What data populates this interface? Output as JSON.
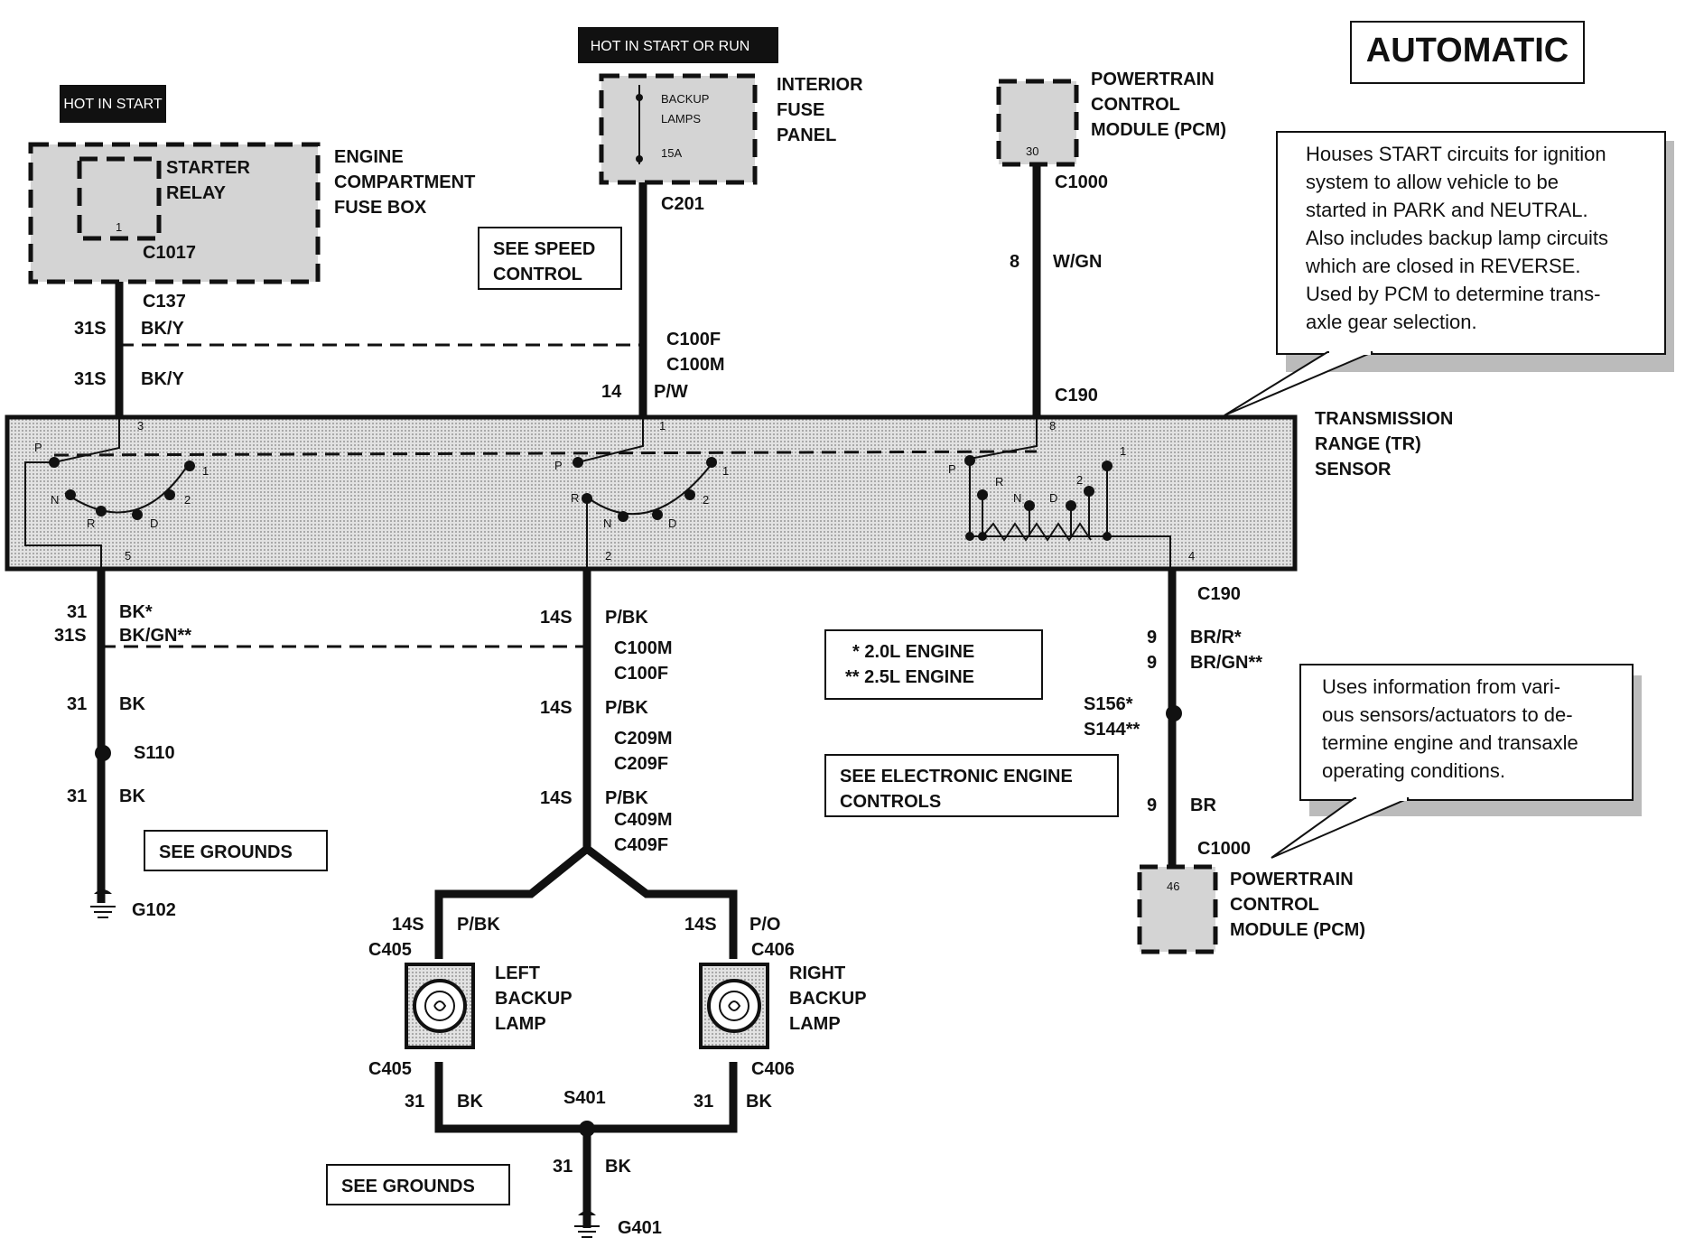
{
  "title": "AUTOMATIC",
  "headers": {
    "hot_in_start": "HOT IN START",
    "hot_in_start_or_run": "HOT IN START OR RUN"
  },
  "components": {
    "engine_fuse_box": [
      "ENGINE",
      "COMPARTMENT",
      "FUSE BOX"
    ],
    "starter_relay": [
      "STARTER",
      "RELAY"
    ],
    "interior_fuse_panel": [
      "INTERIOR",
      "FUSE",
      "PANEL"
    ],
    "backup_fuse": [
      "BACKUP",
      "LAMPS",
      "15A"
    ],
    "pcm_top": [
      "POWERTRAIN",
      "CONTROL",
      "MODULE (PCM)"
    ],
    "pcm_bottom": [
      "POWERTRAIN",
      "CONTROL",
      "MODULE (PCM)"
    ],
    "tr_sensor": [
      "TRANSMISSION",
      "RANGE (TR)",
      "SENSOR"
    ],
    "left_lamp": [
      "LEFT",
      "BACKUP",
      "LAMP"
    ],
    "right_lamp": [
      "RIGHT",
      "BACKUP",
      "LAMP"
    ]
  },
  "notes": {
    "speed_control": [
      "SEE SPEED",
      "CONTROL"
    ],
    "engine_legend": [
      "*  2.0L ENGINE",
      "**  2.5L ENGINE"
    ],
    "electronic_engine": [
      "SEE ELECTRONIC ENGINE",
      "CONTROLS"
    ],
    "grounds_1": "SEE GROUNDS",
    "grounds_2": "SEE GROUNDS"
  },
  "callouts": {
    "tr_info": [
      "Houses START circuits for ignition",
      "system to allow vehicle to be",
      "started in PARK and NEUTRAL.",
      "Also includes backup lamp circuits",
      "which are closed in REVERSE.",
      "Used by PCM to determine trans-",
      "axle gear selection."
    ],
    "pcm_info": [
      "Uses information from vari-",
      "ous sensors/actuators to de-",
      "termine engine and transaxle",
      "operating conditions."
    ]
  },
  "connectors": {
    "c1017": "C1017",
    "c137": "C137",
    "c201": "C201",
    "c100f_top": "C100F",
    "c100m_top": "C100M",
    "c1000_top": "C1000",
    "c190_top": "C190",
    "c190_bottom": "C190",
    "c100m_bot": "C100M",
    "c100f_bot": "C100F",
    "c209m": "C209M",
    "c209f": "C209F",
    "c409m": "C409M",
    "c409f": "C409F",
    "c405_top": "C405",
    "c406_top": "C406",
    "c405_bot": "C405",
    "c406_bot": "C406",
    "c1000_bot": "C1000",
    "s110": "S110",
    "s156": "S156*",
    "s144": "S144**",
    "s401": "S401",
    "g102": "G102",
    "g401": "G401"
  },
  "wires": {
    "w31s_a": "31S",
    "bky_a": "BK/Y",
    "w31s_b": "31S",
    "bky_b": "BK/Y",
    "w14": "14",
    "pw": "P/W",
    "w8": "8",
    "wgn": "W/GN",
    "w31_a": "31",
    "bk_star": "BK*",
    "w31s_c": "31S",
    "bkgn": "BK/GN**",
    "w31_b": "31",
    "bk_b": "BK",
    "w31_c": "31",
    "bk_c": "BK",
    "w14s_a": "14S",
    "pbk_a": "P/BK",
    "w14s_b": "14S",
    "pbk_b": "P/BK",
    "w14s_c": "14S",
    "pbk_c": "P/BK",
    "w14s_l": "14S",
    "pbk_l": "P/BK",
    "w14s_r": "14S",
    "po_r": "P/O",
    "w31_l": "31",
    "bk_l": "BK",
    "w31_r": "31",
    "bk_r": "BK",
    "w31_g": "31",
    "bk_g": "BK",
    "w9_a": "9",
    "brr": "BR/R*",
    "w9_b": "9",
    "brgn": "BR/GN**",
    "w9_c": "9",
    "br": "BR"
  },
  "pins": {
    "relay_1": "1",
    "fuse_pin": "30",
    "pcm_bottom_pin": "46",
    "tr_3": "3",
    "tr_1": "1",
    "tr_8": "8",
    "tr_5": "5",
    "tr_2": "2",
    "tr_4": "4"
  },
  "switch_positions": {
    "left": [
      "P",
      "N",
      "R",
      "D",
      "2",
      "1"
    ],
    "middle": [
      "P",
      "R",
      "N",
      "D",
      "2",
      "1"
    ],
    "right": [
      "P",
      "R",
      "N",
      "D",
      "2",
      "1"
    ]
  }
}
